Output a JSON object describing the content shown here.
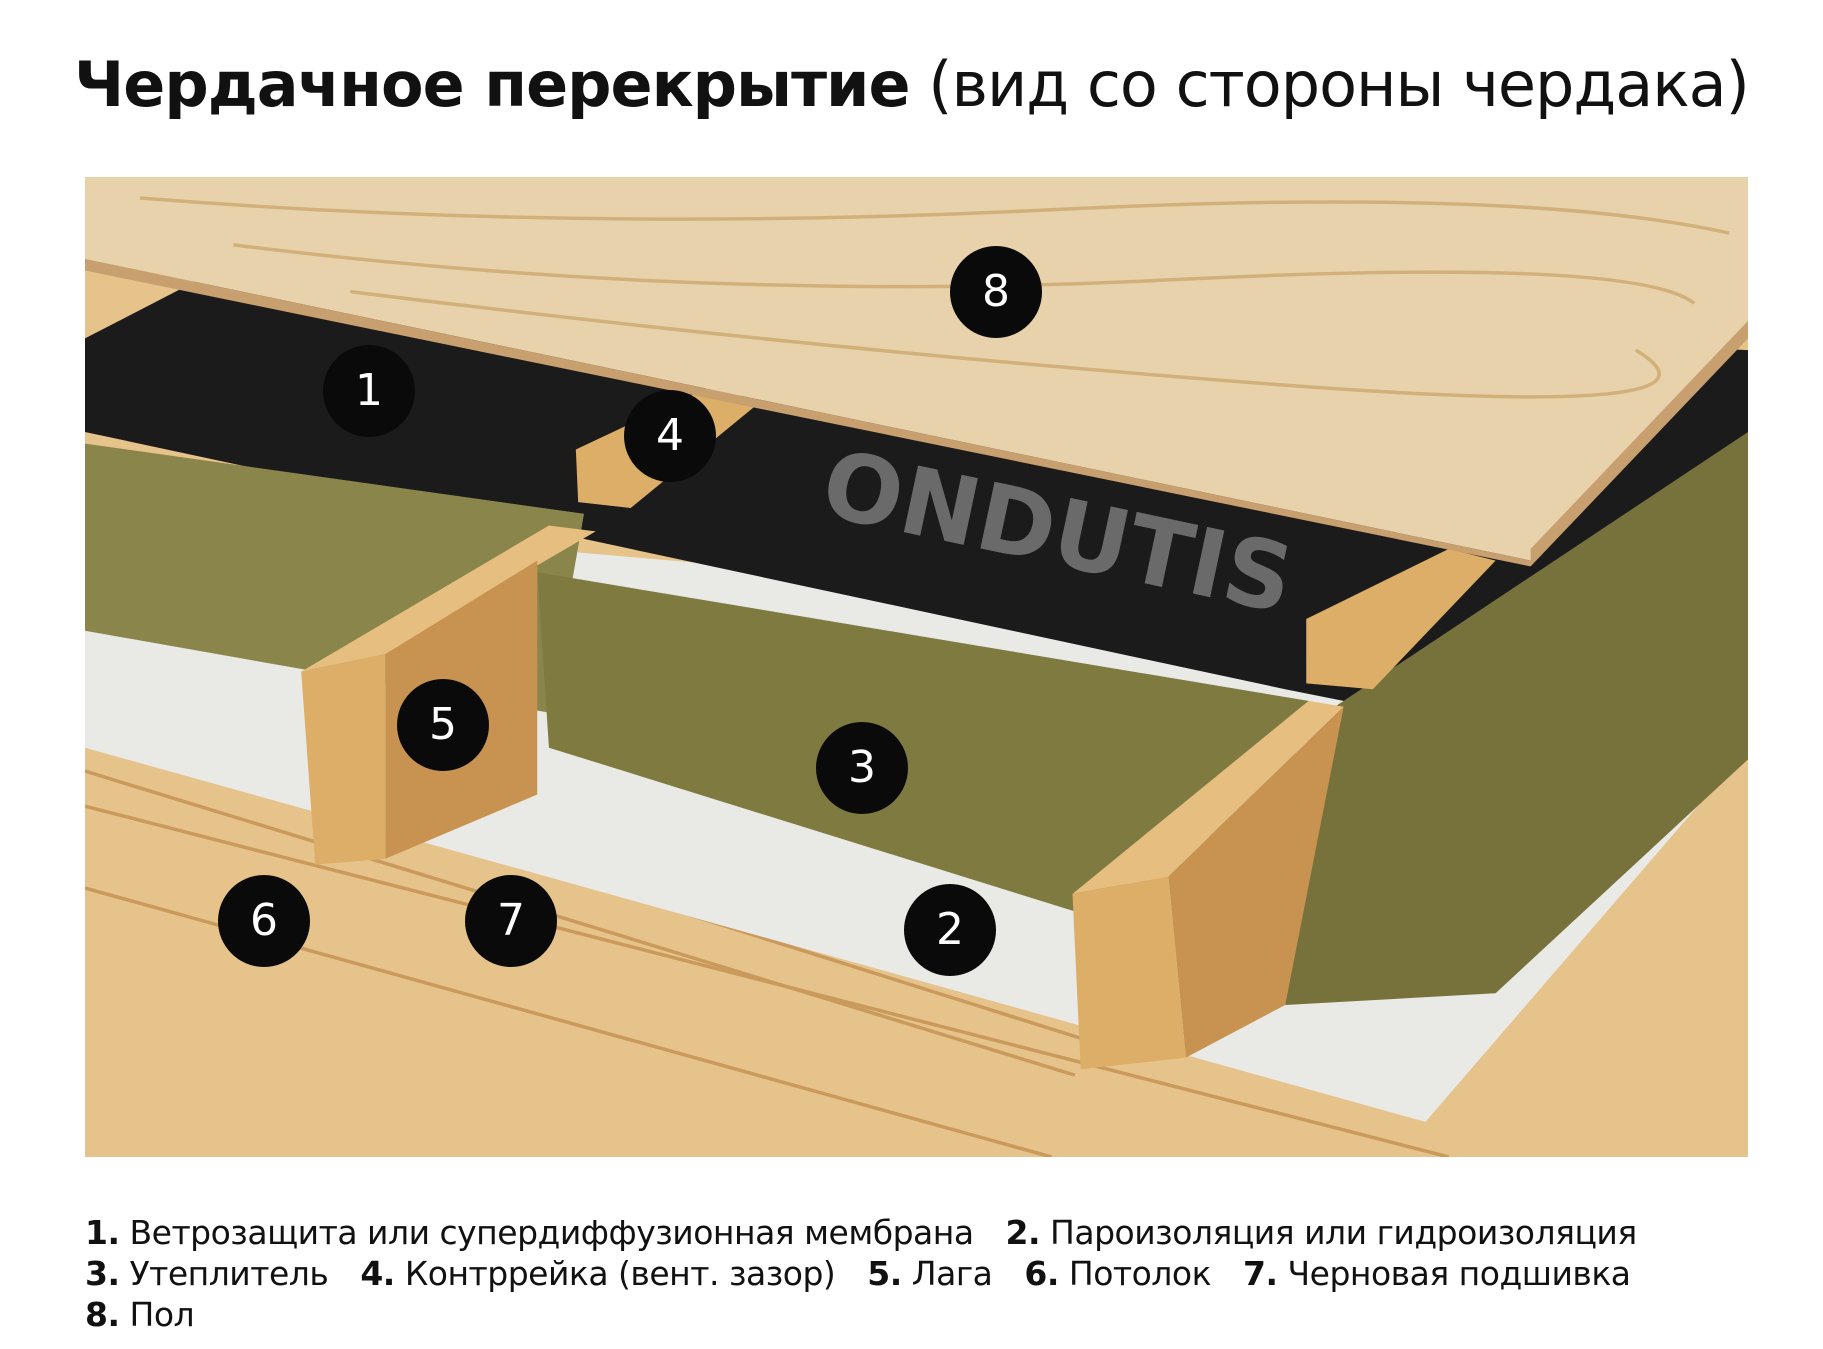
{
  "title": {
    "bold": "Чердачное перекрытие",
    "regular": "(вид со стороны чердака)"
  },
  "membrane_brand_text": "ONDUTIS",
  "markers": [
    "1",
    "2",
    "3",
    "4",
    "5",
    "6",
    "7",
    "8"
  ],
  "legend": [
    {
      "num": "1.",
      "text": "Ветрозащита или супердиффузионная мембрана"
    },
    {
      "num": "2.",
      "text": "Пароизоляция или гидроизоляция"
    },
    {
      "num": "3.",
      "text": "Утеплитель"
    },
    {
      "num": "4.",
      "text": "Контррейка (вент. зазор)"
    },
    {
      "num": "5.",
      "text": "Лага"
    },
    {
      "num": "6.",
      "text": "Потолок"
    },
    {
      "num": "7.",
      "text": "Черновая подшивка"
    },
    {
      "num": "8.",
      "text": "Пол"
    }
  ],
  "colors": {
    "wood": "#e2b879",
    "floor_board": "#e8d2ab",
    "membrane_black": "#1b1b1b",
    "vapor_barrier": "#e9e9e6",
    "insulation": "#857f44",
    "marker": "#0a0a0a"
  }
}
